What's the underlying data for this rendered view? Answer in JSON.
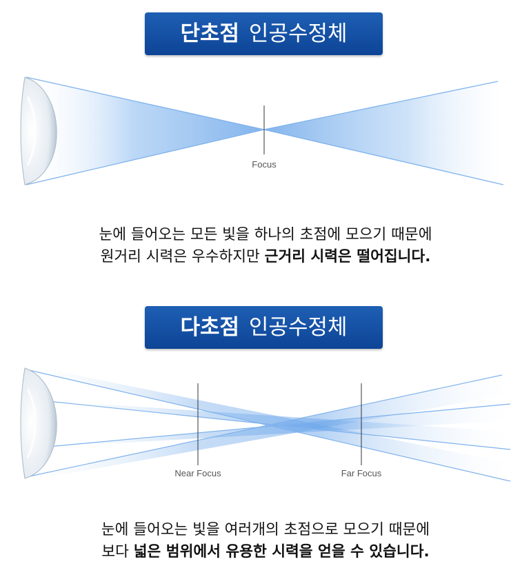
{
  "single": {
    "badge_bold": "단초점",
    "badge_light": "인공수정체",
    "focus_label": "Focus",
    "desc_line1": "눈에 들어오는 모든 빛을 하나의 초점에 모으기 때문에",
    "desc_line2_plain": "원거리 시력은 우수하지만 ",
    "desc_line2_bold": "근거리 시력은 떨어집니다."
  },
  "multi": {
    "badge_bold": "다초점",
    "badge_light": "인공수정체",
    "near_label": "Near Focus",
    "far_label": "Far Focus",
    "desc_line1": "눈에 들어오는 빛을 여러개의 초점으로 모으기 때문에",
    "desc_line2_plain": "보다 ",
    "desc_line2_bold": "넓은 범위에서 유용한 시력을 얻을 수 있습니다."
  },
  "colors": {
    "badge_blue": "#1553a8",
    "beam_blue": "#5a9be6",
    "text": "#111111"
  }
}
